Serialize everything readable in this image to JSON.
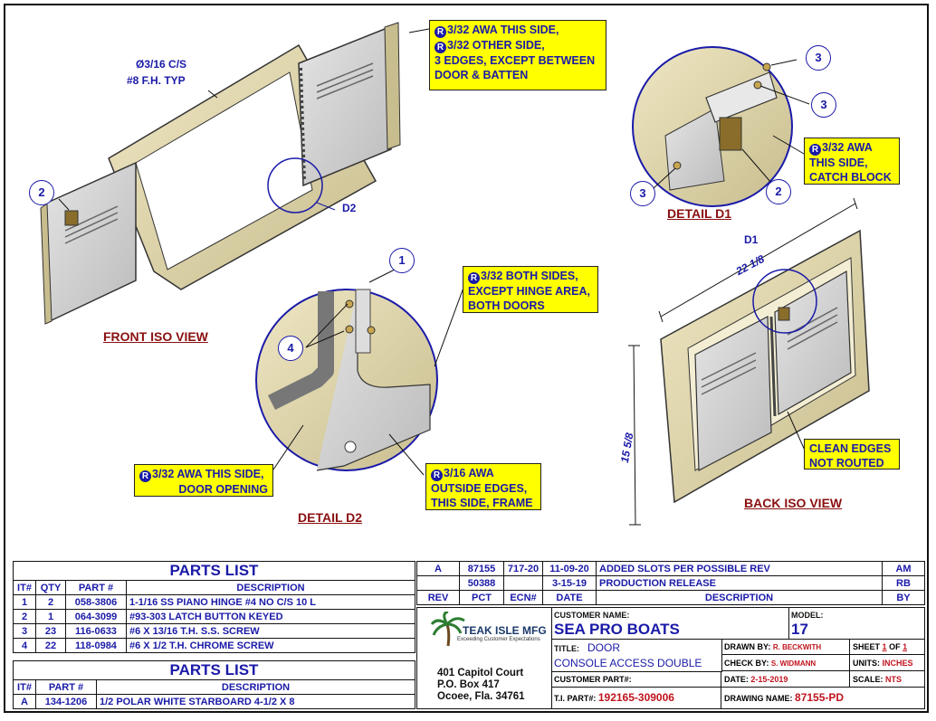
{
  "notes": {
    "hinge_side": [
      "3/32 AWA THIS SIDE,",
      "3/32 OTHER SIDE,",
      "3 EDGES, EXCEPT BETWEEN",
      "DOOR & BATTEN"
    ],
    "catch_block": [
      "3/32 AWA",
      "THIS SIDE,",
      "CATCH BLOCK"
    ],
    "both_sides": [
      "3/32 BOTH SIDES,",
      "EXCEPT HINGE AREA,",
      "BOTH DOORS"
    ],
    "door_opening": [
      "3/32 AWA THIS SIDE,",
      "DOOR OPENING"
    ],
    "outside_edges": [
      "3/16 AWA",
      "OUTSIDE EDGES,",
      "THIS SIDE, FRAME"
    ],
    "clean_edges": [
      "CLEAN EDGES",
      "NOT ROUTED"
    ]
  },
  "callouts": {
    "csink": [
      "Ø3/16 C/S",
      "#8 F.H. TYP"
    ],
    "d2": "D2",
    "d1": "D1",
    "width_dim": "22 1/8",
    "height_dim": "15 5/8"
  },
  "view_labels": {
    "front_iso": "FRONT ISO VIEW",
    "detail_d1": "DETAIL  D1",
    "detail_d2": "DETAIL  D2",
    "back_iso": "BACK ISO VIEW"
  },
  "balloons": {
    "b2_front": "2",
    "b3_top": "3",
    "b3_mid": "3",
    "b3_left": "3",
    "b2_d1": "2",
    "b1": "1",
    "b4": "4"
  },
  "parts_list": {
    "title": "PARTS LIST",
    "headers": [
      "IT#",
      "QTY",
      "PART #",
      "DESCRIPTION"
    ],
    "rows": [
      [
        "1",
        "2",
        "058-3806",
        "1-1/16 SS PIANO HINGE #4 NO C/S 10 L"
      ],
      [
        "2",
        "1",
        "064-3099",
        "#93-303 LATCH BUTTON KEYED"
      ],
      [
        "3",
        "23",
        "116-0633",
        "#6 X 13/16 T.H. S.S. SCREW"
      ],
      [
        "4",
        "22",
        "118-0984",
        "#6 X 1/2 T.H. CHROME SCREW"
      ]
    ]
  },
  "parts_list2": {
    "title": "PARTS LIST",
    "headers": [
      "IT#",
      "PART #",
      "DESCRIPTION"
    ],
    "rows": [
      [
        "A",
        "134-1206",
        "1/2 POLAR WHITE STARBOARD 4-1/2 X 8"
      ]
    ]
  },
  "revisions": {
    "rows": [
      [
        "A",
        "87155",
        "717-20",
        "11-09-20",
        "ADDED SLOTS PER POSSIBLE REV",
        "AM"
      ],
      [
        "",
        "50388",
        "",
        "3-15-19",
        "PRODUCTION RELEASE",
        "RB"
      ]
    ],
    "headers": [
      "REV",
      "PCT",
      "ECN#",
      "DATE",
      "DESCRIPTION",
      "BY"
    ]
  },
  "title_block": {
    "company": "TEAK ISLE MFG",
    "tagline": "Exceeding Customer Expectations",
    "address": [
      "401 Capitol Court",
      "P.O. Box 417",
      "Ocoee, Fla. 34761"
    ],
    "customer_name_label": "CUSTOMER NAME:",
    "customer_name": "SEA PRO BOATS",
    "model_label": "MODEL:",
    "model": "17",
    "title_label": "TITLE:",
    "title_line1": "DOOR",
    "title_line2": "CONSOLE ACCESS DOUBLE",
    "customer_part_label": "CUSTOMER PART#:",
    "ti_part_label": "T.I. PART#:",
    "ti_part": "192165-309006",
    "drawn_by_label": "DRAWN BY:",
    "drawn_by": "R. BECKWITH",
    "check_by_label": "CHECK BY:",
    "check_by": "S. WIDMANN",
    "date_label": "DATE:",
    "date": "2-15-2019",
    "drawing_name_label": "DRAWING NAME:",
    "drawing_name": "87155-PD",
    "sheet_label": "SHEET",
    "sheet": "1",
    "of_label": "OF",
    "sheet_total": "1",
    "units_label": "UNITS:",
    "units": "INCHES",
    "scale_label": "SCALE:",
    "scale": "NTS"
  },
  "colors": {
    "note_fill": "#ffff00",
    "note_text": "#1a1aa8",
    "label_text": "#8a1010",
    "part_red": "#c0141e"
  }
}
